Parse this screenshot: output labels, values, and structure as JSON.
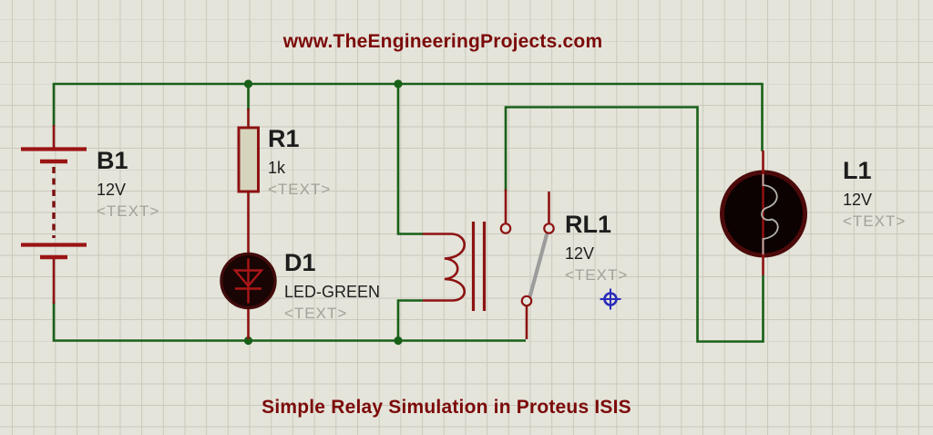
{
  "title": "www.TheEngineeringProjects.com",
  "footer": "Simple Relay Simulation in Proteus ISIS",
  "components": {
    "battery": {
      "ref": "B1",
      "value": "12V",
      "text": "<TEXT>"
    },
    "resistor": {
      "ref": "R1",
      "value": "1k",
      "text": "<TEXT>"
    },
    "led": {
      "ref": "D1",
      "value": "LED-GREEN",
      "text": "<TEXT>"
    },
    "relay": {
      "ref": "RL1",
      "value": "12V",
      "text": "<TEXT>"
    },
    "lamp": {
      "ref": "L1",
      "value": "12V",
      "text": "<TEXT>"
    }
  },
  "colors": {
    "canvas_bg": "#e4e4da",
    "grid_line": "#c9c9bd",
    "wire_green": "#186018",
    "component_red": "#8d1212",
    "resistor_fill": "#d7d4bd",
    "led_body": "#1a0505",
    "lamp_body": "#0c0202",
    "switch_arm_gray": "#9c9c9c",
    "origin_marker_blue": "#2b2bbb",
    "heading_red": "#7c0909",
    "label_black": "#1d1d1d",
    "placeholder_gray": "#a2a29a"
  }
}
